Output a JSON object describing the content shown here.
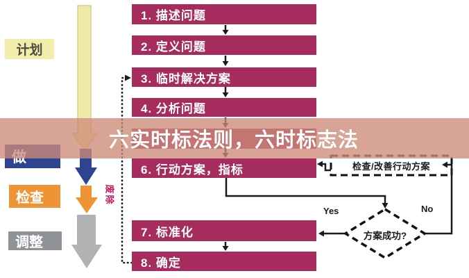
{
  "banner": {
    "title": "六实时标法则，六时标志法"
  },
  "pdca": [
    {
      "label": "计划"
    },
    {
      "label": "做"
    },
    {
      "label": "检查"
    },
    {
      "label": "调整"
    }
  ],
  "steps": [
    {
      "label": "1. 描述问题"
    },
    {
      "label": "2. 定义问题"
    },
    {
      "label": "3. 临时解决方案"
    },
    {
      "label": "4. 分析问题"
    },
    {
      "label": ""
    },
    {
      "label": "6. 行动方案，指标"
    },
    {
      "label": "7. 标准化"
    },
    {
      "label": "8. 确定"
    }
  ],
  "flow": {
    "check_improve_label": "检查/改善行动方案",
    "decision_label": "方案成功?",
    "yes_label": "Yes",
    "no_label": "No",
    "abolish_label": "废除"
  },
  "colors": {
    "step_box": "#a62c5e",
    "banner_overlay": "#cd8b79",
    "plan_box": "#f2edaa",
    "do_box": "#2e4490",
    "check_box": "#ee9434",
    "adjust_box": "#8f9398",
    "abolish_text": "#c2155e",
    "connector": "#1a1a1a"
  }
}
